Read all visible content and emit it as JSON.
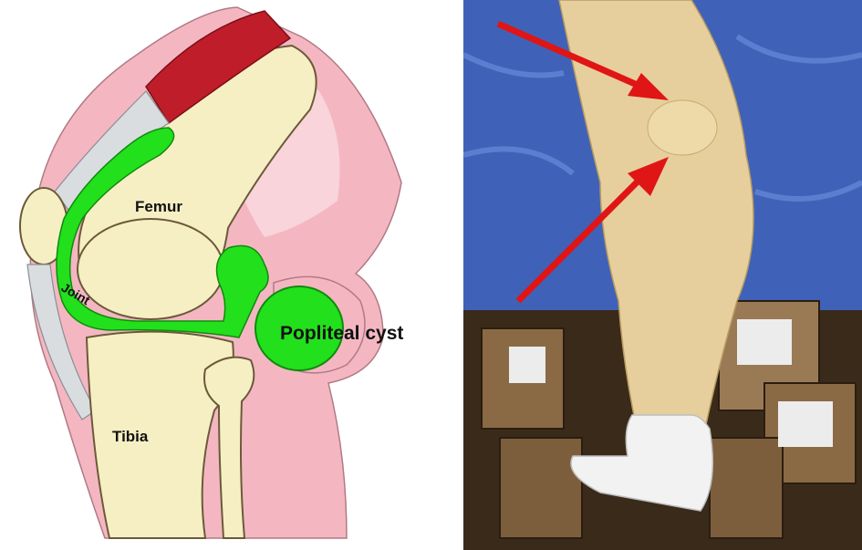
{
  "diagram": {
    "labels": {
      "femur": "Femur",
      "joint": "Joint",
      "popliteal_cyst": "Popliteal cyst",
      "tibia": "Tibia"
    },
    "colors": {
      "bone": "#f7efc4",
      "bone_outline": "#6b5a3a",
      "soft_tissue": "#f4b7c2",
      "synovial_fluid": "#22e01c",
      "muscle": "#c01d2a",
      "tendon": "#d9dde0"
    }
  },
  "photo": {
    "arrow_color": "#e01515",
    "drape_color": "#3f62b8",
    "skin_color": "#e6cf9c",
    "sock_color": "#f2f2f2"
  }
}
